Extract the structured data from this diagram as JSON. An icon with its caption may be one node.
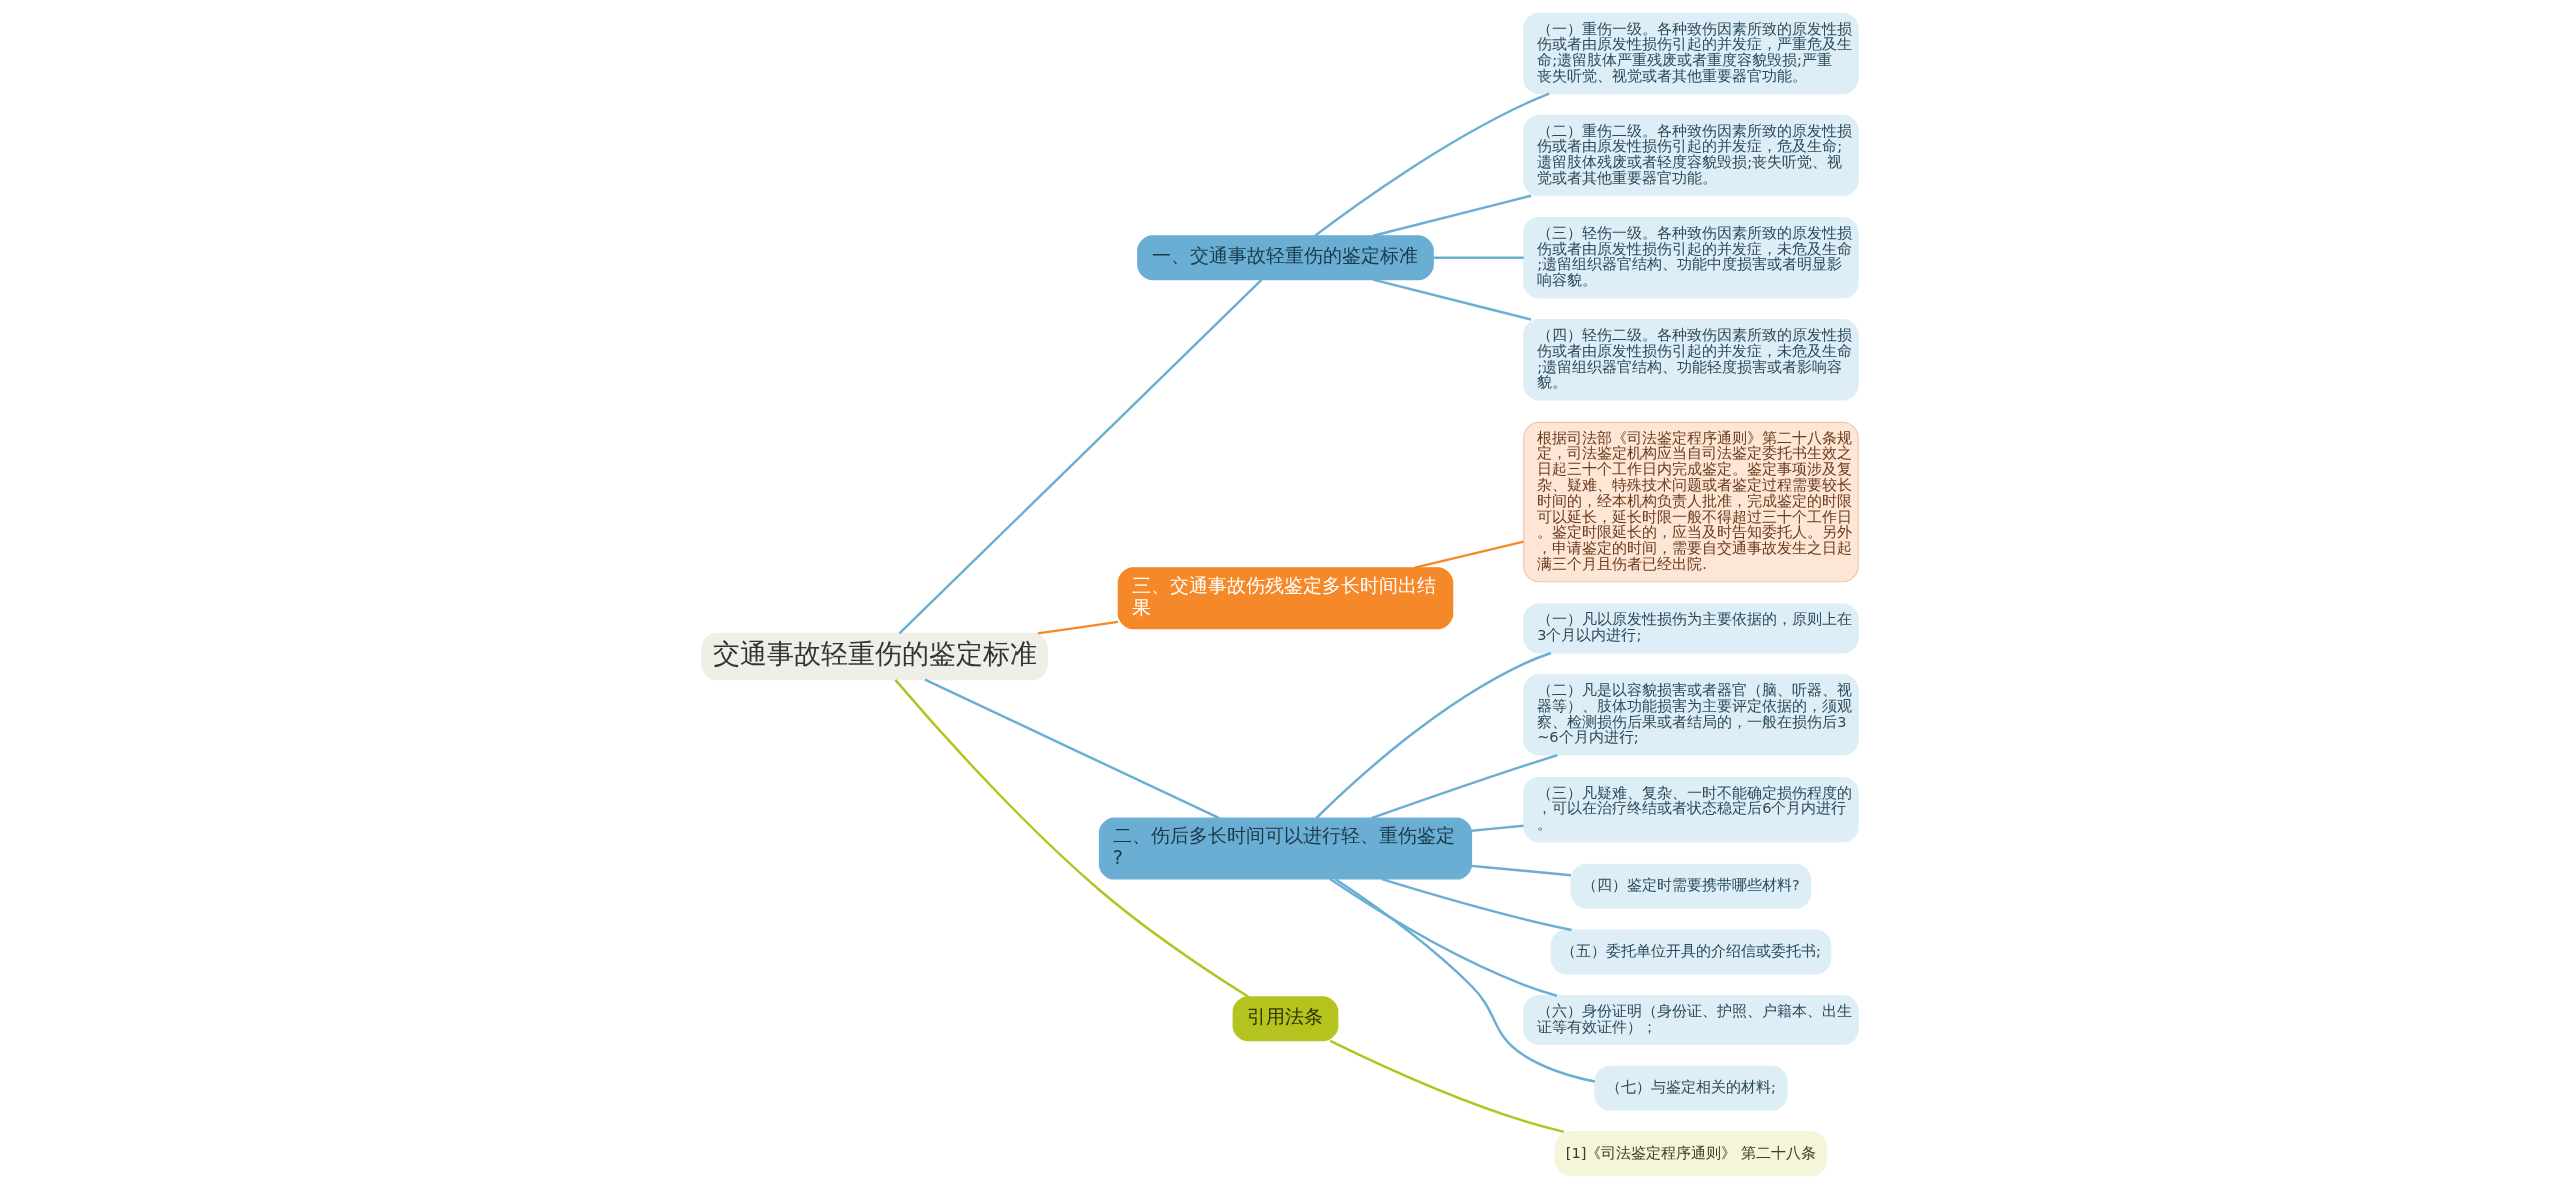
{
  "diagram": {
    "nodes": [
      {
        "text": [
          "交通事故轻重伤的鉴定标准"
        ]
      },
      {
        "text": [
          "一、交通事故轻重伤的鉴定标准"
        ]
      },
      {
        "text": [
          "（一）重伤一级。各种致伤因素所致的原发性损伤或者由原发性损伤引起的并发症，严重危及生命;遗留肢体严重残废或者重度容貌毁损;严重丧失听觉、视觉或者其他重要器官功能。"
        ]
      },
      {
        "text": [
          "（二）重伤二级。各种致伤因素所致的原发性损伤或者由原发性损伤引起的并发症，危及生命;遗留肢体残废或者轻度容貌毁损;丧失听觉、视觉或者其他重要器官功能。"
        ]
      },
      {
        "text": [
          "（三）轻伤一级。各种致伤因素所致的原发性损伤或者由原发性损伤引起的并发症，未危及生命;遗留组织器官结构、功能中度损害或者明显影响容貌。"
        ]
      },
      {
        "text": [
          "（四）轻伤二级。各种致伤因素所致的原发性损伤或者由原发性损伤引起的并发症，未危及生命;遗留组织器官结构、功能轻度损害或者影响容貌。"
        ]
      },
      {
        "text": [
          "三、交通事故伤残鉴定多长时间出结果"
        ]
      },
      {
        "text": [
          "根据司法部《司法鉴定程序通则》第二十八条规定，司法鉴定机构应当自司法鉴定委托书生效之日起三十个工作日内完成鉴定。鉴定事项涉及复杂、疑难、特殊技术问题或者鉴定过程需要较长时间的，经本机构负责人批准，完成鉴定的时限可以延长，延长时限一般不得超过三十个工作日。鉴定时限延长的，应当及时告知委托人。另外，申请鉴定的时间，需要自交通事故发生之日起满三个月且伤者已经出院."
        ]
      },
      {
        "text": [
          "二、伤后多长时间可以进行轻、重伤鉴定?"
        ]
      },
      {
        "text": [
          "（一）凡以原发性损伤为主要依据的，原则上在3个月以内进行;"
        ]
      },
      {
        "text": [
          "（二）凡是以容貌损害或者器官（脑、听器、视器等）、肢体功能损害为主要评定依据的，须观察、检测损伤后果或者结局的，一般在损伤后3~6个月内进行;"
        ]
      },
      {
        "text": [
          "（三）凡疑难、复杂、一时不能确定损伤程度的，可以在治疗终结或者状态稳定后6个月内进行。"
        ]
      },
      {
        "text": [
          "（四）鉴定时需要携带哪些材料?"
        ]
      },
      {
        "text": [
          "（五）委托单位开具的介绍信或委托书;"
        ]
      },
      {
        "text": [
          "（六）身份证明（身份证、护照、户籍本、出生证等有效证件）；"
        ]
      },
      {
        "text": [
          "（七）与鉴定相关的材料;"
        ]
      },
      {
        "text": [
          "引用法条"
        ]
      },
      {
        "text": [
          "[1]《司法鉴定程序通则》 第二十八条"
        ]
      }
    ],
    "edges": [
      {
        "from": 0,
        "to": 1,
        "arrow": "none"
      },
      {
        "from": 1,
        "to": 2,
        "arrow": "none"
      },
      {
        "from": 1,
        "to": 3,
        "arrow": "none"
      },
      {
        "from": 1,
        "to": 4,
        "arrow": "none"
      },
      {
        "from": 1,
        "to": 5,
        "arrow": "none"
      },
      {
        "from": 0,
        "to": 6,
        "arrow": "none",
        "color": "#f5892a"
      },
      {
        "from": 6,
        "to": 7,
        "arrow": "none",
        "color": "#f5892a"
      },
      {
        "from": 0,
        "to": 8,
        "arrow": "none"
      },
      {
        "from": 8,
        "to": 9,
        "arrow": "none"
      },
      {
        "from": 8,
        "to": 10,
        "arrow": "none"
      },
      {
        "from": 8,
        "to": 11,
        "arrow": "none"
      },
      {
        "from": 8,
        "to": 12,
        "arrow": "none"
      },
      {
        "from": 8,
        "to": 13,
        "arrow": "none"
      },
      {
        "from": 8,
        "to": 14,
        "arrow": "none"
      },
      {
        "from": 8,
        "to": 15,
        "arrow": "none"
      },
      {
        "from": 0,
        "to": 16,
        "arrow": "none",
        "color": "#b5c31e"
      },
      {
        "from": 16,
        "to": 17,
        "arrow": "none",
        "color": "#b5c31e"
      }
    ]
  }
}
